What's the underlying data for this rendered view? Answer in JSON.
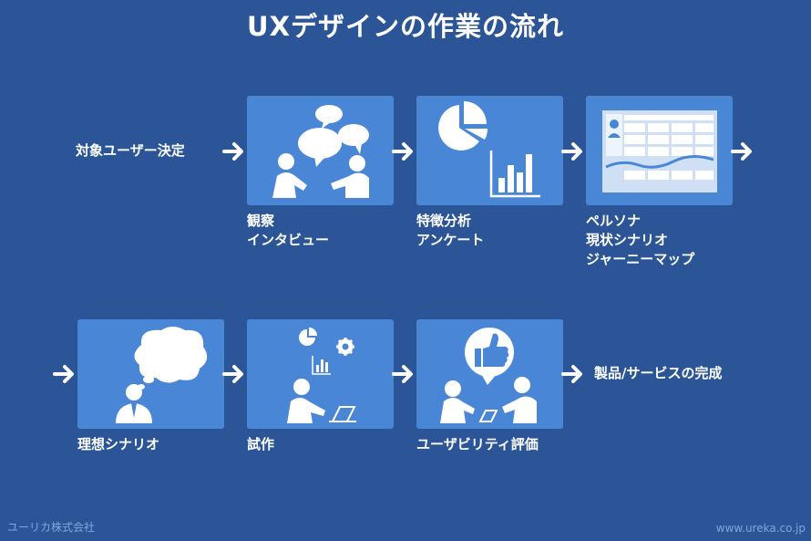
{
  "title": "UXデザインの作業の流れ",
  "row1": {
    "start_label": "対象ユーザー決定",
    "steps": [
      {
        "icon": "conversation-icon",
        "caption_lines": [
          "観察",
          "インタビュー"
        ]
      },
      {
        "icon": "pie-and-bar-chart-icon",
        "caption_lines": [
          "特徴分析",
          "アンケート"
        ]
      },
      {
        "icon": "persona-journey-map-icon",
        "caption_lines": [
          "ペルソナ",
          "現状シナリオ",
          "ジャーニーマップ"
        ]
      }
    ]
  },
  "row2": {
    "steps": [
      {
        "icon": "thinking-person-icon",
        "caption_lines": [
          "理想シナリオ"
        ]
      },
      {
        "icon": "prototype-work-icon",
        "caption_lines": [
          "試作"
        ]
      },
      {
        "icon": "usability-test-icon",
        "caption_lines": [
          "ユーザビリティ評価"
        ]
      }
    ],
    "end_label": "製品/サービスの完成"
  },
  "footer": {
    "company": "ユーリカ株式会社",
    "url": "www.ureka.co.jp"
  },
  "colors": {
    "background": "#2b5596",
    "card": "#4a86d6",
    "text": "#ffffff"
  }
}
